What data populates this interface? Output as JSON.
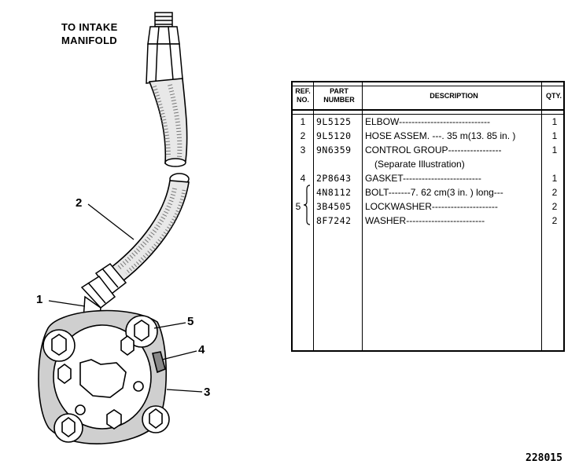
{
  "caption": {
    "line1": "TO INTAKE",
    "line2": "MANIFOLD"
  },
  "figure_number": "228015",
  "callouts": [
    "1",
    "2",
    "3",
    "4",
    "5"
  ],
  "table": {
    "headers": {
      "ref_line1": "REF.",
      "ref_line2": "NO.",
      "part_line1": "PART",
      "part_line2": "NUMBER",
      "description": "DESCRIPTION",
      "qty": "QTY."
    },
    "rows": [
      {
        "ref": "1",
        "part": "9L5125",
        "desc": "ELBOW-----------------------------",
        "qty": "1"
      },
      {
        "ref": "2",
        "part": "9L5120",
        "desc": "HOSE ASSEM. ---. 35 m(13. 85 in. )",
        "qty": "1"
      },
      {
        "ref": "3",
        "part": "9N6359",
        "desc": "CONTROL GROUP-----------------",
        "qty": "1"
      },
      {
        "ref": "",
        "part": "",
        "desc": "(Separate Illustration)",
        "qty": ""
      },
      {
        "ref": "4",
        "part": "2P8643",
        "desc": "GASKET-------------------------",
        "qty": "1"
      },
      {
        "ref": "",
        "part": "4N8112",
        "desc": "BOLT-------7. 62 cm(3 in. ) long---",
        "qty": "2"
      },
      {
        "ref": "5",
        "part": "3B4505",
        "desc": "LOCKWASHER---------------------",
        "qty": "2"
      },
      {
        "ref": "",
        "part": "8F7242",
        "desc": "WASHER-------------------------",
        "qty": "2"
      }
    ]
  }
}
